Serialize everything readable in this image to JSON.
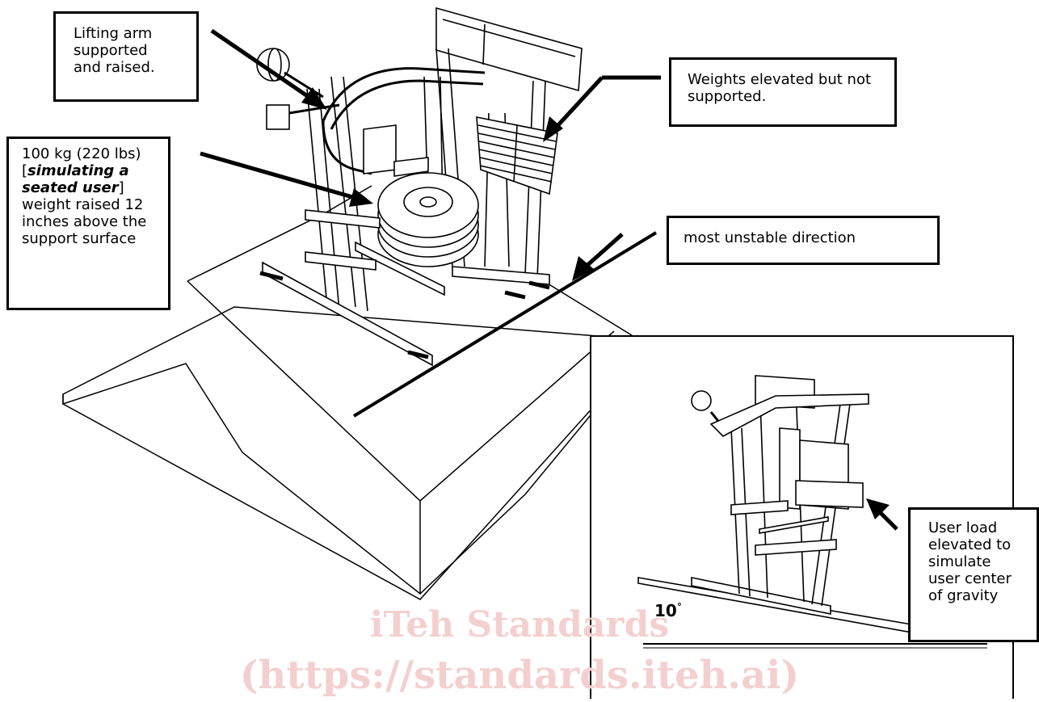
{
  "callouts": {
    "lifting_arm": "Lifting arm supported and raised.",
    "weights": "Weights elevated but not supported.",
    "load_prefix": "100 kg (220 lbs) [",
    "load_emph": "simulating a seated user",
    "load_suffix": "] weight raised 12 inches above the support surface",
    "unstable": "most unstable direction",
    "user_load": "User load elevated to simulate user center of gravity"
  },
  "inset": {
    "angle_value": "10",
    "angle_unit": "°"
  },
  "watermark": {
    "line1": "iTeh Standards",
    "line2": "(https://standards.iteh.ai)"
  }
}
